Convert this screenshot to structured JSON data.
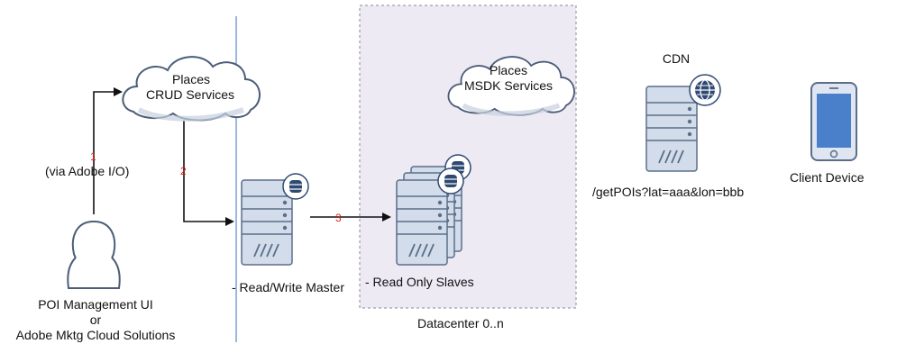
{
  "cloud_crud": {
    "line1": "Places",
    "line2": "CRUD Services"
  },
  "cloud_msdk": {
    "line1": "Places",
    "line2": "MSDK Services"
  },
  "cdn": {
    "title": "CDN",
    "endpoint": "/getPOIs?lat=aaa&lon=bbb"
  },
  "client": {
    "label": "Client Device"
  },
  "datacenter": {
    "label": "Datacenter 0..n"
  },
  "master": {
    "label": "- Read/Write Master"
  },
  "slaves": {
    "label": "- Read Only Slaves"
  },
  "user": {
    "line1": "POI Management UI",
    "line2": "or",
    "line3": "Adobe Mktg Cloud Solutions"
  },
  "steps": {
    "step1_num": "1",
    "step1_label": "(via Adobe I/O)",
    "step2_num": "2",
    "step3_num": "3"
  },
  "colors": {
    "server_fill": "#d3dcea",
    "server_stroke": "#5a6e8a",
    "db_fill": "#2f4a72",
    "datacenter_fill": "#eeeaf4",
    "phone_screen": "#4a7fc9",
    "step_number": "#e0201b"
  },
  "icons": [
    "cloud-icon",
    "server-icon",
    "database-icon",
    "globe-icon",
    "user-icon",
    "phone-icon"
  ]
}
